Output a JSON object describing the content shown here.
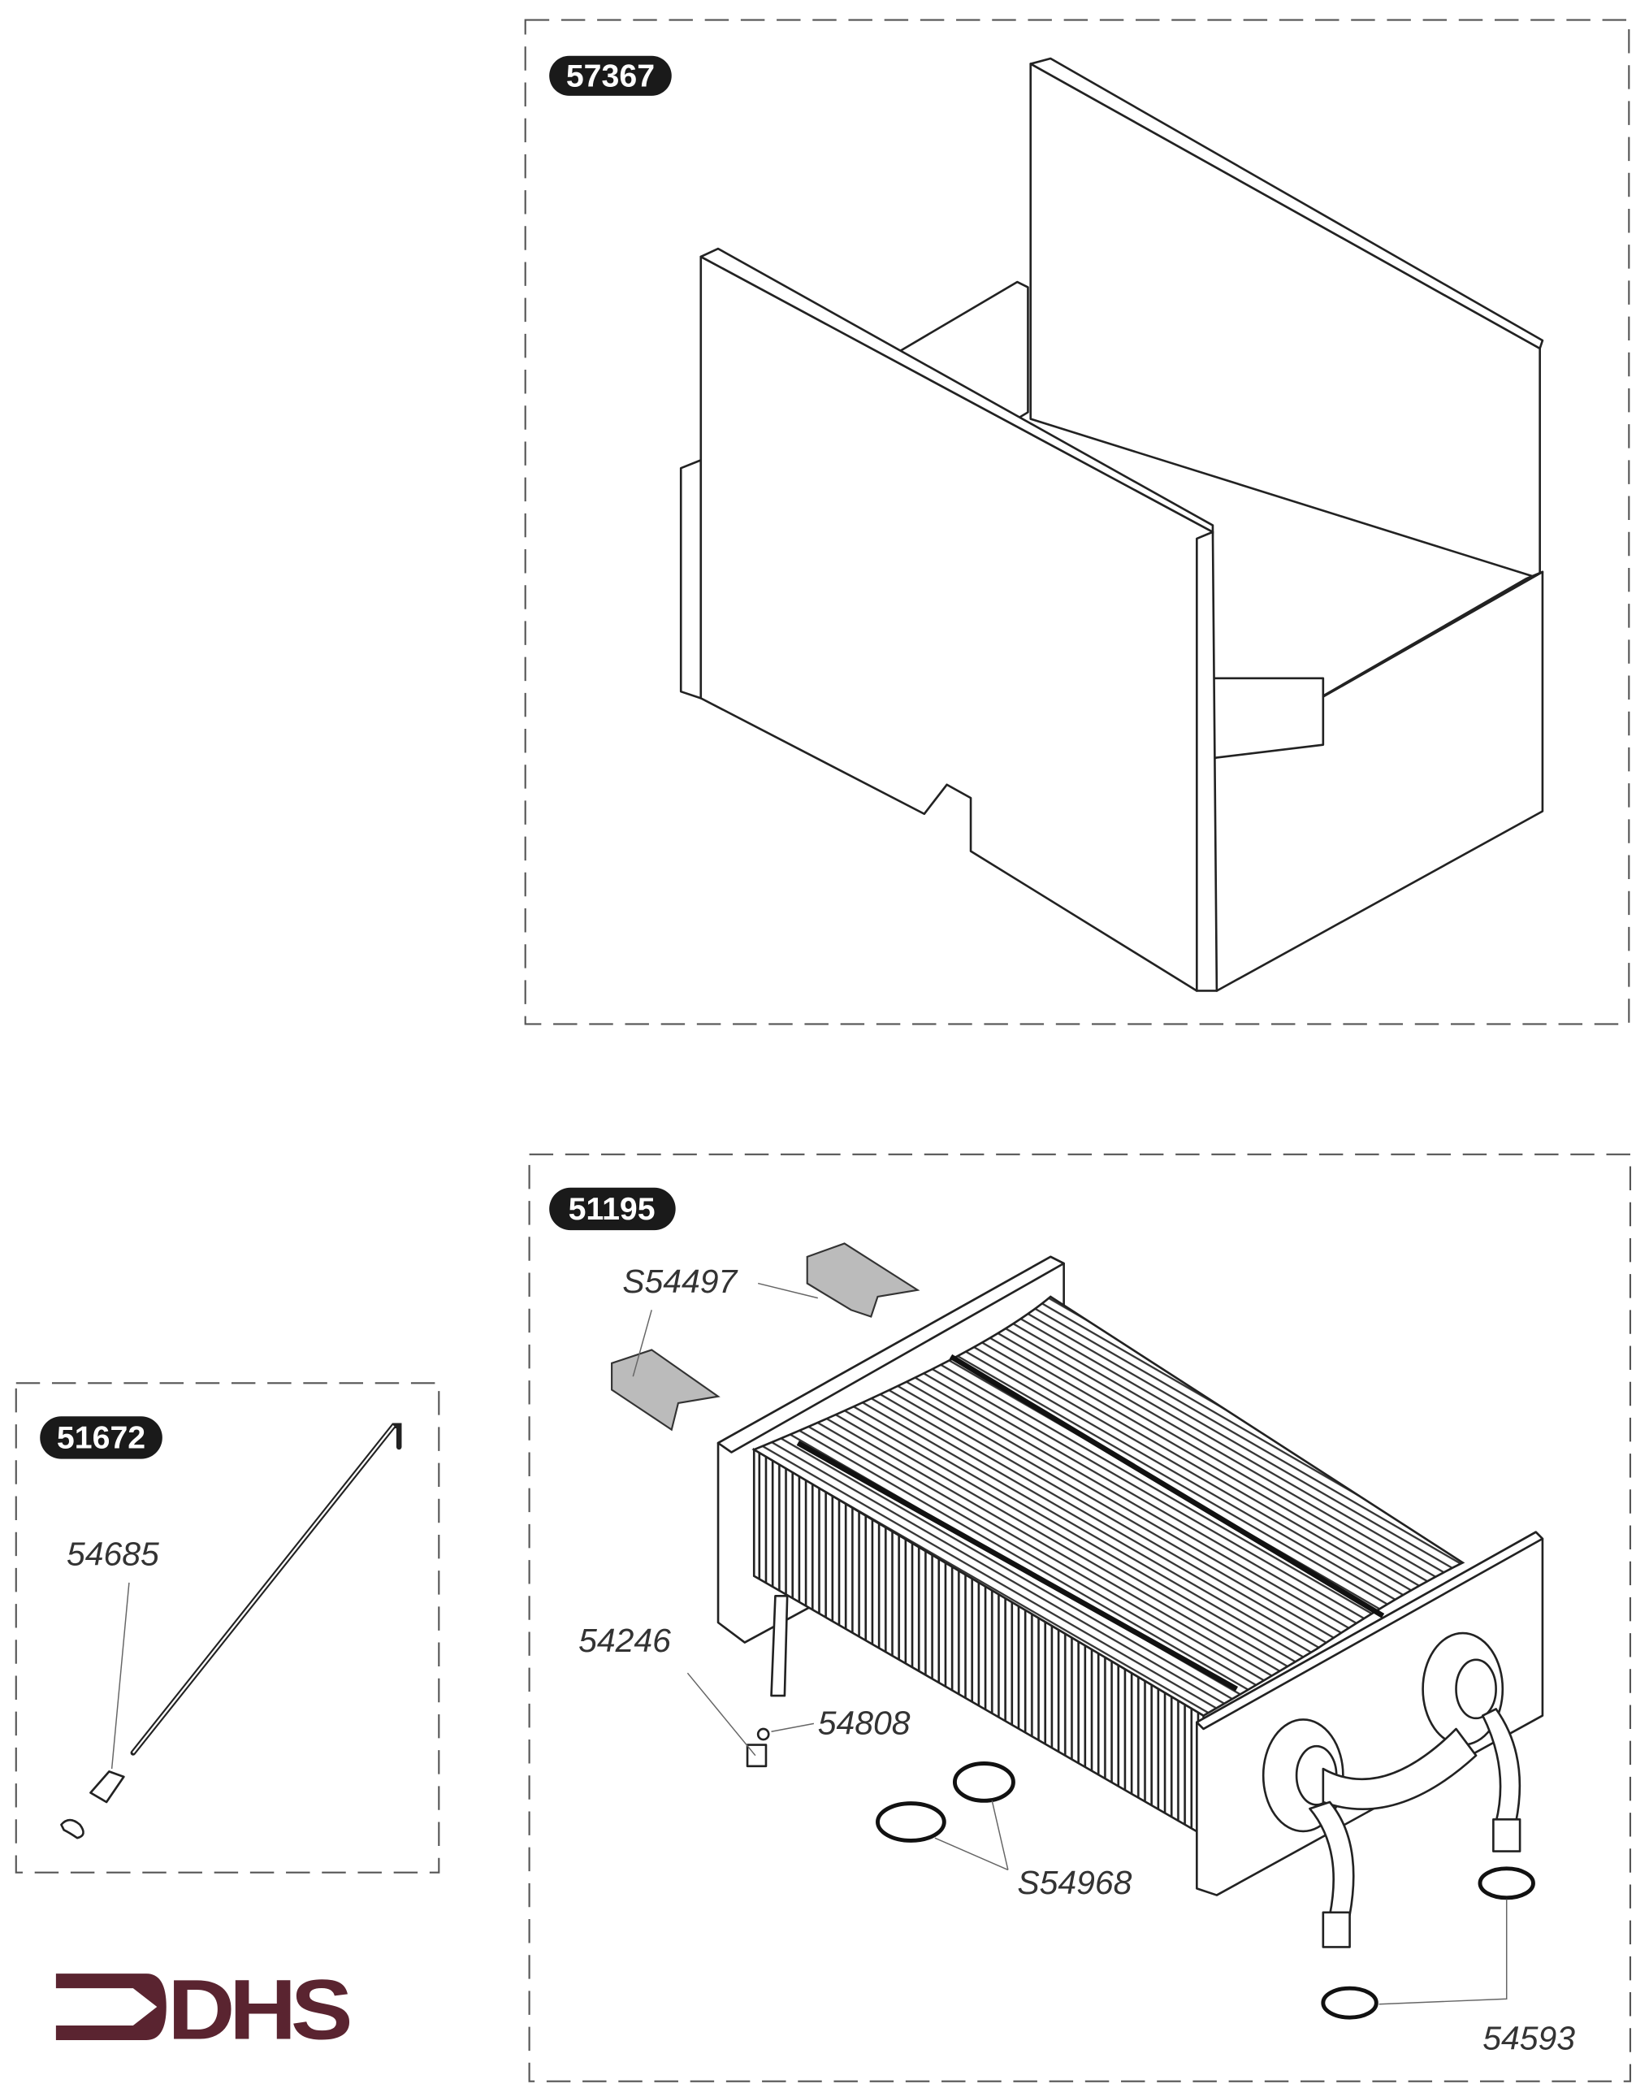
{
  "panels": {
    "top": {
      "badge": "57367"
    },
    "heat_exchanger": {
      "badge": "51195",
      "labels": {
        "clips": "S54497",
        "part_54246": "54246",
        "part_54808": "54808",
        "seals": "S54968",
        "part_54593": "54593"
      }
    },
    "electrode": {
      "badge": "51672",
      "labels": {
        "part_54685": "54685"
      }
    }
  },
  "logo": {
    "text": "DHS",
    "color": "#5a2430"
  }
}
